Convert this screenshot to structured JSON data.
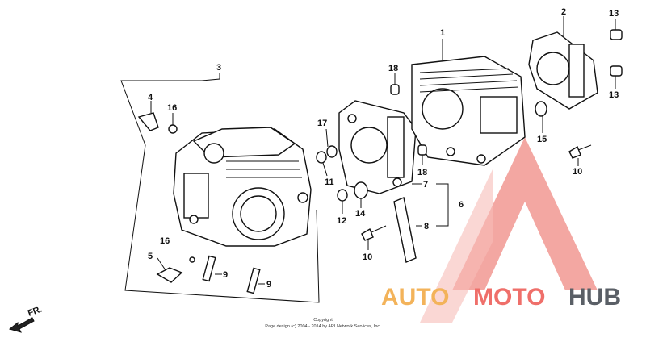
{
  "callouts": {
    "c1": "1",
    "c2": "2",
    "c3": "3",
    "c4": "4",
    "c5": "5",
    "c6": "6",
    "c7": "7",
    "c8": "8",
    "c9a": "9",
    "c9b": "9",
    "c10a": "10",
    "c10b": "10",
    "c11": "11",
    "c12": "12",
    "c13a": "13",
    "c13b": "13",
    "c14": "14",
    "c15": "15",
    "c16a": "16",
    "c16b": "16",
    "c17": "17",
    "c18a": "18",
    "c18b": "18"
  },
  "direction_marker": "FR.",
  "copyright": {
    "line1": "Copyright",
    "line2": "Page design (c) 2004 - 2014 by ARI Network Services, Inc."
  },
  "watermark": {
    "part1": "AUTO",
    "part2": "MOTO",
    "part3": "HUB",
    "colors": {
      "orange": "#f3b35a",
      "red": "#ef6f6a",
      "gray": "#5a5f66"
    }
  }
}
